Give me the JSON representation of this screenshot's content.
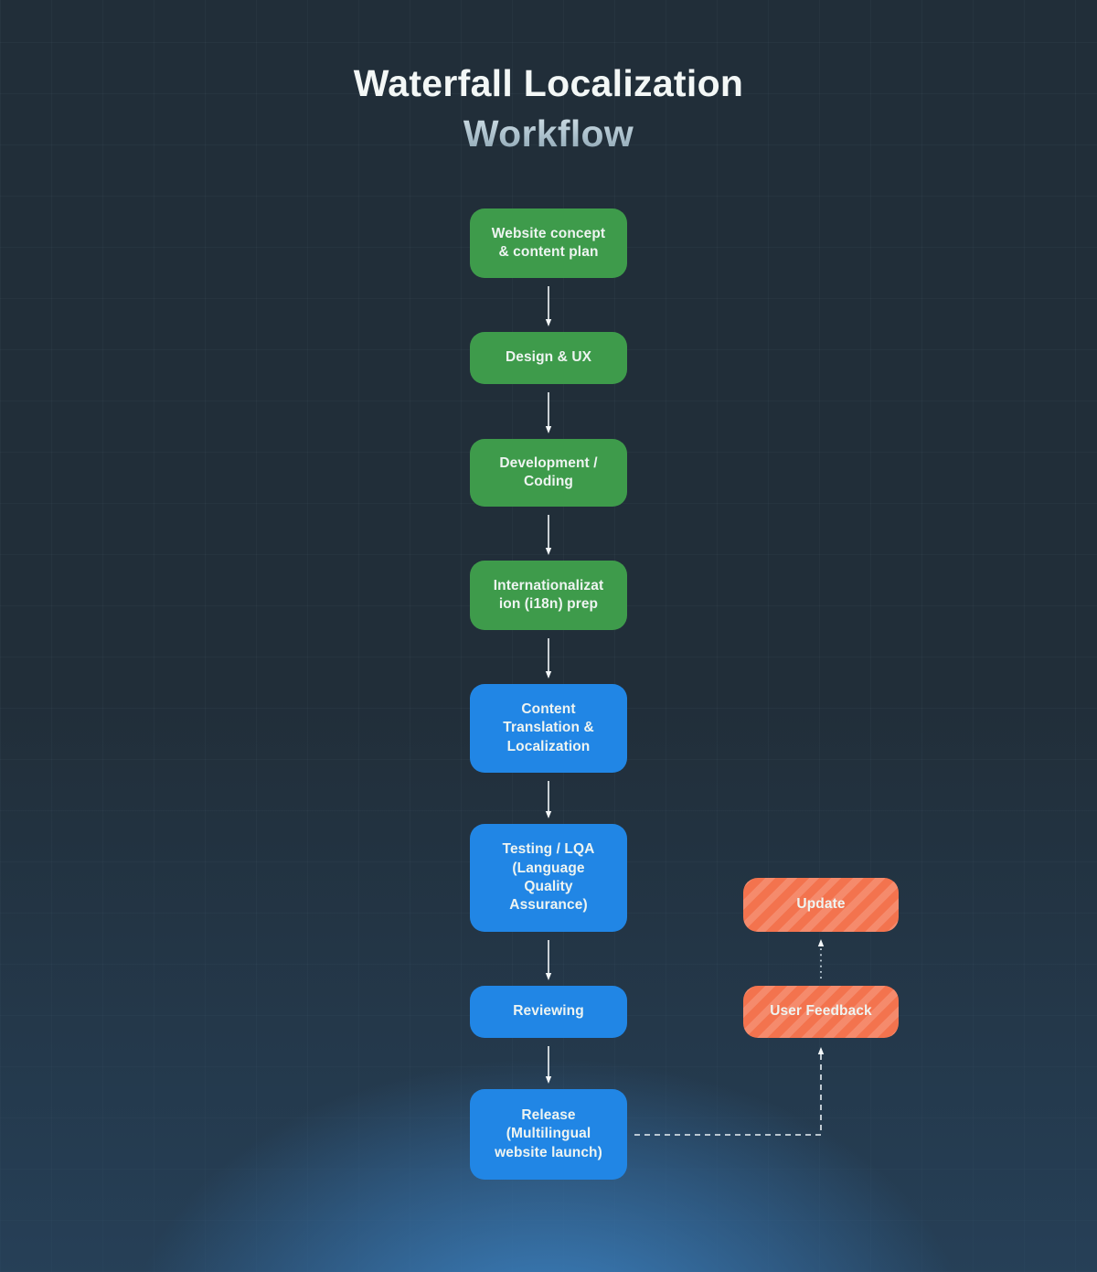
{
  "title": {
    "line1": "Waterfall Localization",
    "line2": "Workflow"
  },
  "colors": {
    "green": "#3e9b4b",
    "blue": "#2186e5",
    "orange": "#f3734e",
    "background": "#212e39",
    "arrow": "#f4f8fa"
  },
  "flow": {
    "main_steps": [
      {
        "label": "Website concept\n& content plan",
        "type": "green"
      },
      {
        "label": "Design & UX",
        "type": "green"
      },
      {
        "label": "Development /\nCoding",
        "type": "green"
      },
      {
        "label": "Internationalizat\nion (i18n) prep",
        "type": "green"
      },
      {
        "label": "Content\nTranslation &\nLocalization",
        "type": "blue"
      },
      {
        "label": "Testing / LQA\n(Language\nQuality\nAssurance)",
        "type": "blue"
      },
      {
        "label": "Reviewing",
        "type": "blue"
      },
      {
        "label": "Release\n(Multilingual\nwebsite launch)",
        "type": "blue"
      }
    ],
    "feedback_steps": [
      {
        "label": "Update",
        "type": "orange"
      },
      {
        "label": "User Feedback",
        "type": "orange"
      }
    ]
  }
}
